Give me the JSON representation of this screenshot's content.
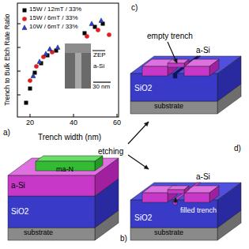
{
  "diagram": {
    "labels": [
      "a)",
      "Trench to Bulk Etch Rate Ratio",
      "Trench width (nm)",
      "20",
      "40",
      "60",
      "ZEP",
      "a-Si",
      "30 nm",
      "b)",
      "ma-N",
      "a-Si",
      "SiO2",
      "substrate",
      "etching",
      "c)",
      "empty trench",
      "a-Si",
      "SiO2",
      "substrate",
      "d)",
      "a-Si",
      "filled trench",
      "SiO2",
      "substrate"
    ],
    "legend": [
      {
        "text": "15W / 12mT / 33%"
      },
      {
        "text": "15W / 6mT / 33%"
      },
      {
        "text": "10W / 6mT / 33%"
      }
    ]
  }
}
